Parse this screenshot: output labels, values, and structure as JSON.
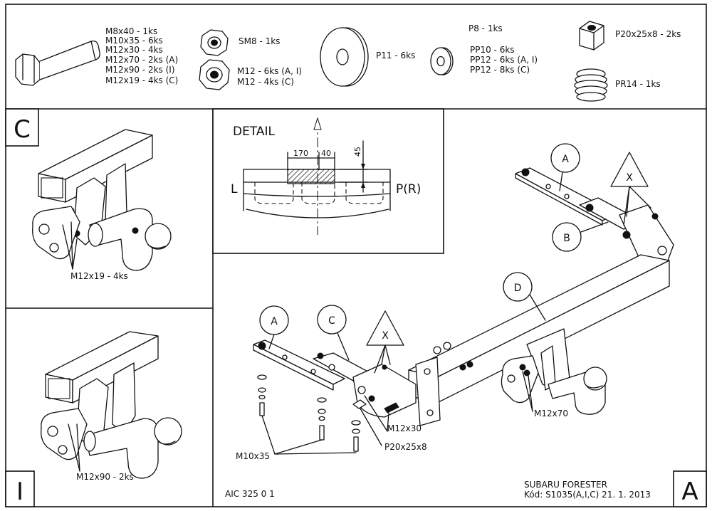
{
  "parts": {
    "bolts": [
      "M8x40 - 1ks",
      "M10x35 - 6ks",
      "M12x30 - 4ks",
      "M12x70 - 2ks (A)",
      "M12x90 - 2ks (I)",
      "M12x19 - 4ks (C)"
    ],
    "sm8": "SM8 - 1ks",
    "m12_nuts": [
      "M12 - 6ks (A, I)",
      "M12 - 4ks (C)"
    ],
    "p11": "P11 - 6ks",
    "p8": "P8 - 1ks",
    "pp": [
      "PP10 - 6ks",
      "PP12 - 6ks (A, I)",
      "PP12 - 8ks (C)"
    ],
    "p20": "P20x25x8 - 2ks",
    "pr14": "PR14 - 1ks"
  },
  "panels": {
    "c_letter": "C",
    "c_callout": "M12x19 - 4ks",
    "i_letter": "I",
    "i_callout": "M12x90 - 2ks",
    "a_letter": "A"
  },
  "detail": {
    "title": "DETAIL",
    "dim_170": "170",
    "dim_40": "40",
    "dim_45": "45",
    "label_l": "L",
    "label_pr": "P(R)"
  },
  "main": {
    "bubble_a": "A",
    "bubble_b": "B",
    "bubble_c": "C",
    "bubble_d": "D",
    "triangle_x": "X",
    "callout_m12x70": "M12x70",
    "callout_m12x30": "M12x30",
    "callout_p20": "P20x25x8",
    "callout_m10x35": "M10x35"
  },
  "footer": {
    "code": "AIC 325 0 1",
    "vehicle": "SUBARU FORESTER",
    "kod": "Kód: S1035(A,I,C)  21. 1. 2013"
  }
}
